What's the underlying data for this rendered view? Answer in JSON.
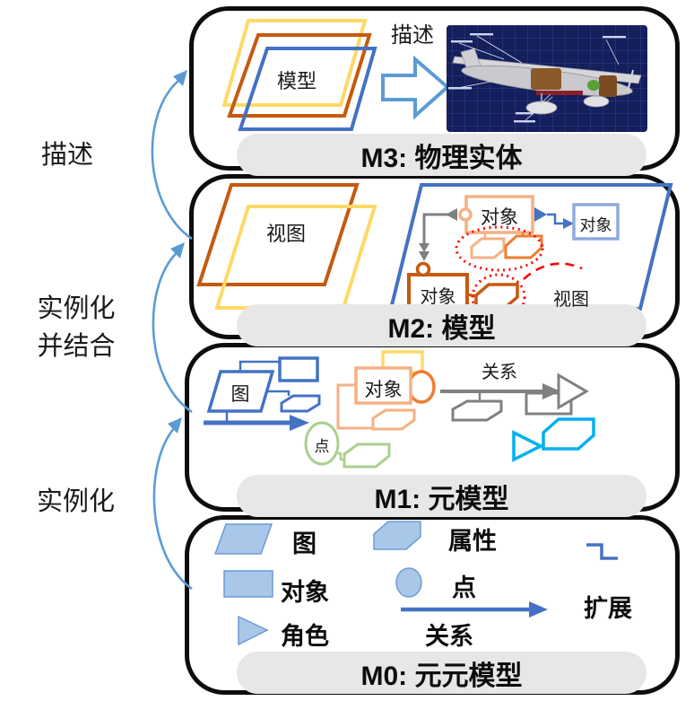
{
  "left_rail": {
    "describe_label": "描述",
    "instantiate_combine_line1": "实例化",
    "instantiate_combine_line2": "并结合",
    "instantiate_label": "实例化"
  },
  "m3": {
    "title": "M3: 物理实体",
    "model_label": "模型",
    "describe_label": "描述"
  },
  "m2": {
    "title": "M2: 模型",
    "view_left_label": "视图",
    "view_right_label": "视图",
    "object_top_label": "对象",
    "object_right_label": "对象",
    "object_left_label": "对象"
  },
  "m1": {
    "title": "M1: 元模型",
    "diagram_label": "图",
    "object_label": "对象",
    "point_label": "点",
    "relation_label": "关系"
  },
  "m0": {
    "title": "M0: 元元模型",
    "diagram_label": "图",
    "attribute_label": "属性",
    "object_label": "对象",
    "point_label": "点",
    "role_label": "角色",
    "relation_label": "关系",
    "extension_label": "扩展"
  },
  "colors": {
    "blue": "#4472C4",
    "light_blue": "#5B9BD5",
    "pale_blue_border": "#8FAADC",
    "yellow": "#FFD966",
    "dark_orange": "#C55A11",
    "peach": "#F4B183",
    "mid_orange": "#ED7D31",
    "green": "#A9D18E",
    "gray": "#808080",
    "cyan": "#00B0F0",
    "red": "#FF0000",
    "pill_gray": "#E8E7E7",
    "legend_fill": "#A9C7E8",
    "panel_border": "#0D0D0D",
    "blueprint_navy": "#141F5C"
  }
}
